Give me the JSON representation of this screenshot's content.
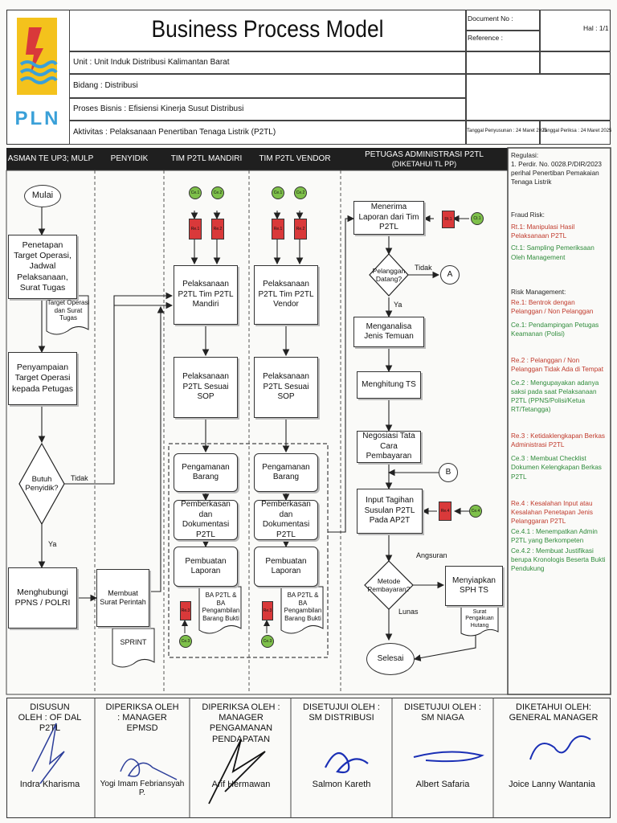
{
  "header": {
    "title": "Business Process Model",
    "logo_text": "PLN",
    "document_no_label": "Document No :",
    "reference_label": "Reference :",
    "page_label": "Hal : 1/1",
    "unit": "Unit : Unit Induk Distribusi Kalimantan Barat",
    "bidang": "Bidang : Distribusi",
    "proses": "Proses Bisnis : Efisiensi Kinerja Susut Distribusi",
    "aktivitas": "Aktivitas : Pelaksanaan Penertiban Tenaga Listrik (P2TL)",
    "tanggal_penyusunan": "Tanggal Penyusunan : 24 Maret 2025",
    "tanggal_periksa": "Tanggal Periksa : 24 Maret 2025"
  },
  "lanes": [
    "ASMAN TE UP3; MULP",
    "PENYIDIK",
    "TIM P2TL MANDIRI",
    "TIM P2TL VENDOR",
    "PETUGAS ADMINISTRASI P2TL"
  ],
  "lane_subtitle": "(DIKETAHUI TL PP)",
  "nodes": {
    "mulai": "Mulai",
    "penetapan": "Penetapan Target Operasi, Jadwal Pelaksanaan, Surat Tugas",
    "doc_target": "Target Operasi dan Surat Tugas",
    "penyampaian": "Penyampaian Target Operasi kepada Petugas",
    "butuh_penyidik": "Butuh Penyidik?",
    "tidak1": "Tidak",
    "ya1": "Ya",
    "hubungi": "Menghubungi PPNS / POLRI",
    "surat_perintah": "Membuat Surat Perintah",
    "sprint": "SPRINT",
    "pel_mandiri": "Pelaksanaan P2TL Tim P2TL Mandiri",
    "sop_mandiri": "Pelaksanaan P2TL Sesuai SOP",
    "pengamanan_m": "Pengamanan Barang",
    "pemberkasan_m": "Pemberkasan dan Dokumentasi P2TL",
    "laporan_m": "Pembuatan Laporan",
    "ba_m": "BA P2TL & BA Pengambilan Barang Bukti",
    "pel_vendor": "Pelaksanaan P2TL Tim P2TL Vendor",
    "sop_vendor": "Pelaksanaan P2TL Sesuai SOP",
    "pengamanan_v": "Pengamanan Barang",
    "pemberkasan_v": "Pemberkasan dan Dokumentasi P2TL",
    "laporan_v": "Pembuatan Laporan",
    "ba_v": "BA P2TL & BA Pengambilan Barang Bukti",
    "menerima": "Menerima Laporan dari Tim P2TL",
    "pelanggan_datang": "Pelanggan Datang?",
    "tidak2": "Tidak",
    "ya2": "Ya",
    "conn_a": "A",
    "analisa": "Menganalisa Jenis Temuan",
    "hitung": "Menghitung TS",
    "negosiasi": "Negosiasi Tata Cara Pembayaran",
    "conn_b": "B",
    "input_tagihan": "Input Tagihan Susulan P2TL Pada AP2T",
    "metode": "Metode Pembayaran?",
    "angsuran": "Angsuran",
    "lunas": "Lunas",
    "sph": "Menyiapkan SPH TS",
    "surat_hutang": "Surat Pengakuan Hutang",
    "selesai": "Selesai"
  },
  "markers": {
    "ce1": "Ce.1",
    "ce2": "Ce.2",
    "re1": "Re.1",
    "re2": "Re.2",
    "ce3": "Ce.3",
    "re3": "Re.3",
    "ce4": "Ce.4",
    "re4": "Re.4",
    "ct1": "Ct.1",
    "rt1": "Rt.1"
  },
  "notes": {
    "regulasi_title": "Regulasi:",
    "regulasi_1": "1. Perdir. No. 0028.P/DIR/2023 perihal Penertiban Pemakaian Tenaga Listrik",
    "fraud_title": "Fraud Risk:",
    "rt1": "Rt.1: Manipulasi Hasil Pelaksanaan P2TL",
    "ct1": "Ct.1: Sampling Pemeriksaan Oleh Management",
    "risk_title": "Risk Management:",
    "re1": "Re.1: Bentrok dengan Pelanggan / Non Pelanggan",
    "ce1": "Ce.1: Pendampingan Petugas Keamanan (Polisi)",
    "re2": "Re.2 : Pelanggan / Non Pelanggan Tidak Ada di Tempat",
    "ce2": "Ce.2 : Mengupayakan adanya saksi pada saat Pelaksanaan P2TL (PPNS/Polisi/Ketua RT/Tetangga)",
    "re3": "Re.3 : Ketidaklengkapan Berkas Administrasi P2TL",
    "ce3": "Ce.3 : Membuat Checklist Dokumen Kelengkapan Berkas P2TL",
    "re4": "Re.4 : Kesalahan Input atau Kesalahan Penetapan Jenis Pelanggaran P2TL",
    "ce41": "Ce.4.1 : Menempatkan Admin P2TL yang Berkompeten",
    "ce42": "Ce.4.2 : Membuat Justifikasi berupa Kronologis Beserta Bukti Pendukung"
  },
  "signatures": [
    {
      "title": "DISUSUN OLEH : OF DAL P2TL",
      "name": "Indra Kharisma"
    },
    {
      "title": "DIPERIKSA OLEH : MANAGER EPMSD",
      "name": "Yogi Imam Febriansyah P."
    },
    {
      "title": "DIPERIKSA OLEH : MANAGER PENGAMANAN PENDAPATAN",
      "name": "Arif Hermawan"
    },
    {
      "title": "DISETUJUI OLEH : SM DISTRIBUSI",
      "name": "Salmon Kareth"
    },
    {
      "title": "DISETUJUI OLEH : SM NIAGA",
      "name": "Albert Safaria"
    },
    {
      "title": "DIKETAHUI OLEH: GENERAL MANAGER",
      "name": "Joice Lanny Wantania"
    }
  ],
  "colors": {
    "lane_header": "#1f1f1f",
    "logo_bg": "#f4c21c",
    "logo_text": "#3aa0d8",
    "risk_marker": "#d9393a",
    "control_marker": "#7ec04a"
  }
}
